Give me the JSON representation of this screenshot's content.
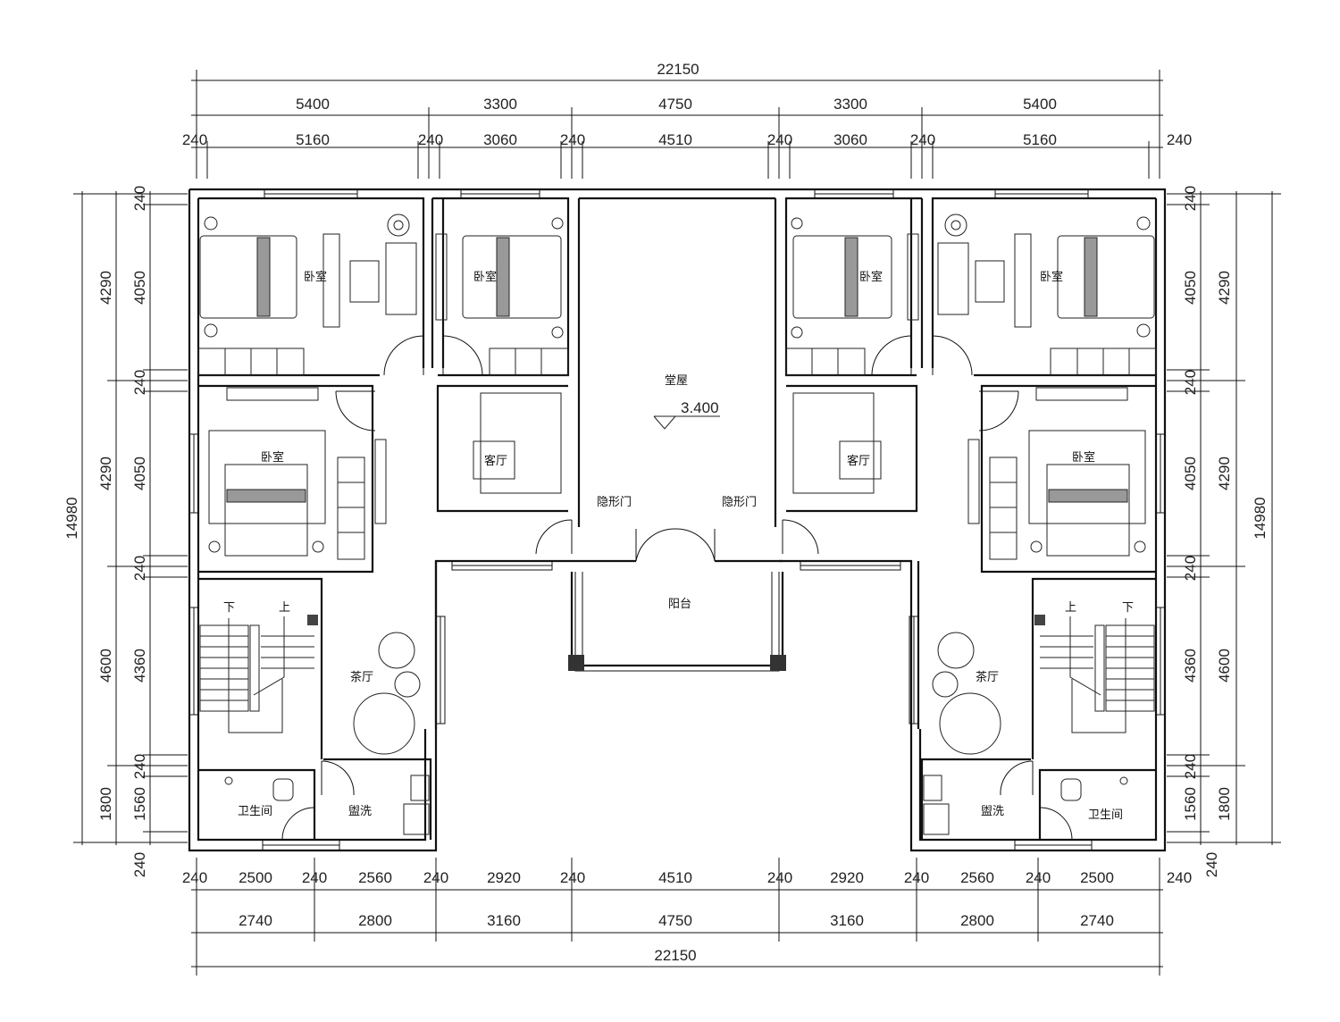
{
  "top_dims": {
    "overall": "22150",
    "row2": [
      "5400",
      "3300",
      "4750",
      "3300",
      "5400"
    ],
    "row3": [
      "240",
      "5160",
      "240",
      "3060",
      "240",
      "4510",
      "240",
      "3060",
      "240",
      "5160",
      "240"
    ]
  },
  "bottom_dims": {
    "overall": "22150",
    "row2": [
      "2740",
      "2800",
      "3160",
      "4750",
      "3160",
      "2800",
      "2740"
    ],
    "row1": [
      "240",
      "2500",
      "240",
      "2560",
      "240",
      "2920",
      "240",
      "4510",
      "240",
      "2920",
      "240",
      "2560",
      "240",
      "2500",
      "240"
    ]
  },
  "left_dims": {
    "overall": "14980",
    "outer": [
      "4290",
      "4290",
      "4600",
      "1800"
    ],
    "inner": [
      "240",
      "4050",
      "240",
      "4050",
      "240",
      "4360",
      "240",
      "1560",
      "240"
    ]
  },
  "right_dims": {
    "overall": "14980",
    "outer": [
      "4290",
      "4290",
      "4600",
      "1800"
    ],
    "inner": [
      "240",
      "4050",
      "240",
      "4050",
      "240",
      "4360",
      "240",
      "1560",
      "240"
    ]
  },
  "rooms": {
    "bedroom": "卧室",
    "living_room": "客厅",
    "main_hall": "堂屋",
    "hall_level": "3.400",
    "hidden_door": "隐形门",
    "balcony": "阳台",
    "tea_room": "茶厅",
    "bathroom": "卫生间",
    "washroom": "盥洗",
    "stair_down": "下",
    "stair_up": "上"
  }
}
